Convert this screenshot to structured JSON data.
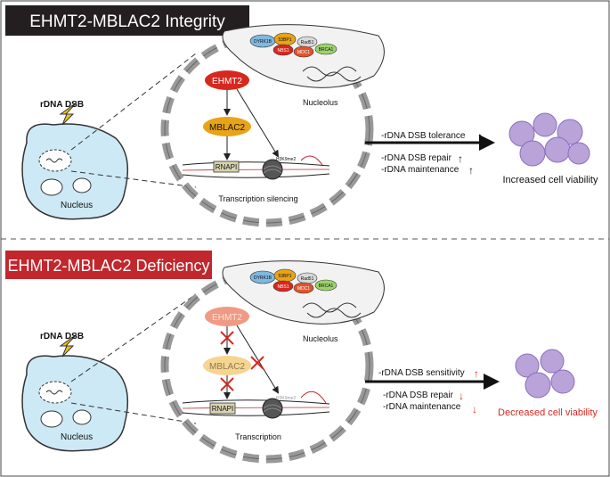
{
  "top": {
    "title": "EHMT2-MBLAC2 Integrity",
    "rdna_dsb": "rDNA DSB",
    "nucleus": "Nucleus",
    "nucleolus": "Nucleolus",
    "ehmt2": "EHMT2",
    "mblac2": "MBLAC2",
    "rnapi": "RNAPI",
    "h3k9me2": "H3K9me2",
    "process": "Transcription silencing",
    "proteins": [
      "DYRK1B",
      "53BP1",
      "Rad51",
      "BRCA1",
      "NBS1",
      "MDC1"
    ],
    "effects": [
      "-rDNA DSB tolerance",
      "-rDNA DSB repair",
      "-rDNA maintenance"
    ],
    "outcome": "Increased cell viability"
  },
  "bottom": {
    "title": "EHMT2-MBLAC2 Deficiency",
    "rdna_dsb": "rDNA DSB",
    "nucleus": "Nucleus",
    "nucleolus": "Nucleolus",
    "ehmt2": "EHMT2",
    "mblac2": "MBLAC2",
    "rnapi": "RNAPI",
    "h3k9me2": "H3K9me2",
    "process": "Transcription",
    "proteins": [
      "DYRK1B",
      "53BP1",
      "Rad51",
      "BRCA1",
      "NBS1",
      "MDC1"
    ],
    "effects": [
      "-rDNA DSB sensitivity",
      "-rDNA DSB repair",
      "-rDNA maintenance"
    ],
    "outcome": "Decreased cell viability"
  },
  "colors": {
    "title_bg_top": "#231f20",
    "title_bg_bottom": "#c1272d",
    "ehmt2": "#d7281f",
    "mblac2": "#e8a317",
    "nucleus_fill": "#cde9f6",
    "cell": "#b9a3d9",
    "red": "#d7281f"
  }
}
